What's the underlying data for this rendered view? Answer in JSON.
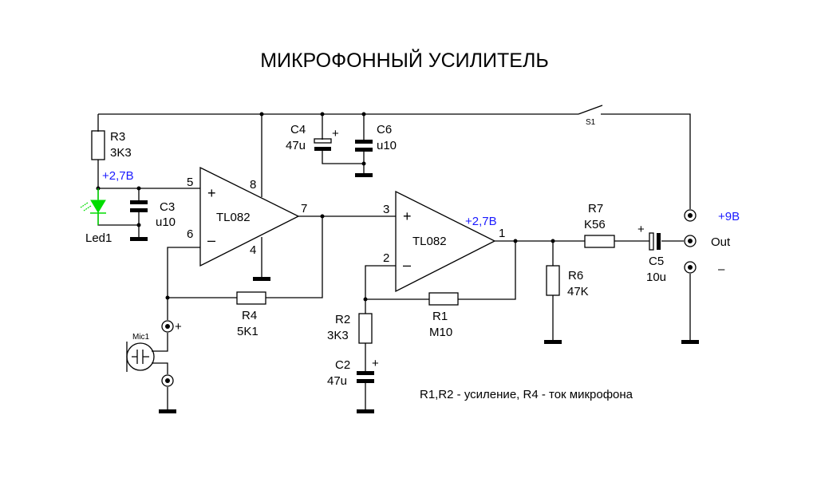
{
  "title": "МИКРОФОННЫЙ УСИЛИТЕЛЬ",
  "note": "R1,R2 - усиление, R4 - ток микрофона",
  "colors": {
    "voltage_label": "#1a1aff",
    "led": "#00dd00",
    "wire": "#000000"
  },
  "components": {
    "R3": {
      "name": "R3",
      "value": "3K3"
    },
    "R4": {
      "name": "R4",
      "value": "5K1"
    },
    "R1": {
      "name": "R1",
      "value": "M10"
    },
    "R2": {
      "name": "R2",
      "value": "3K3"
    },
    "R6": {
      "name": "R6",
      "value": "47K"
    },
    "R7": {
      "name": "R7",
      "value": "K56"
    },
    "C3": {
      "name": "C3",
      "value": "u10"
    },
    "C4": {
      "name": "C4",
      "value": "47u"
    },
    "C6": {
      "name": "C6",
      "value": "u10"
    },
    "C2": {
      "name": "C2",
      "value": "47u"
    },
    "C5": {
      "name": "C5",
      "value": "10u"
    },
    "LED": {
      "name": "Led1"
    },
    "MIC": {
      "name": "Mic1"
    },
    "S1": {
      "name": "S1"
    },
    "U1": {
      "name": "TL082",
      "pins": [
        "5",
        "6",
        "7",
        "8",
        "4"
      ]
    },
    "U2": {
      "name": "TL082",
      "pins": [
        "3",
        "2",
        "1"
      ]
    }
  },
  "voltages": {
    "in_bias": "+2,7B",
    "out_bias": "+2,7B",
    "supply": "+9B"
  },
  "terminals": {
    "out": "Out",
    "minus": "–",
    "plus": "+"
  }
}
